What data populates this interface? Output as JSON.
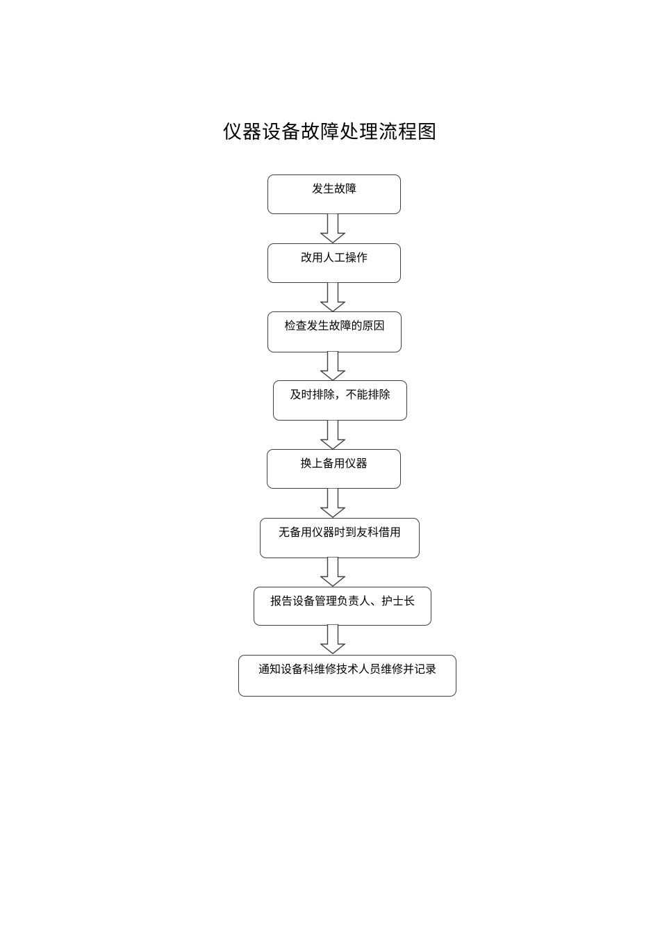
{
  "page": {
    "title": "仪器设备故障处理流程图"
  },
  "flowchart": {
    "type": "vertical-flow",
    "connector": "down-block-arrow",
    "steps": [
      {
        "label": "发生故障"
      },
      {
        "label": "改用人工操作"
      },
      {
        "label": "检查发生故障的原因"
      },
      {
        "label": "及时排除，不能排除"
      },
      {
        "label": "换上备用仪器"
      },
      {
        "label": "无备用仪器时到友科借用"
      },
      {
        "label": "报告设备管理负责人、护士长"
      },
      {
        "label": "通知设备科维修技术人员维修并记录"
      }
    ],
    "colors": {
      "box_border": "#404040",
      "box_fill": "#ffffff",
      "text": "#000000",
      "background": "#ffffff"
    }
  }
}
